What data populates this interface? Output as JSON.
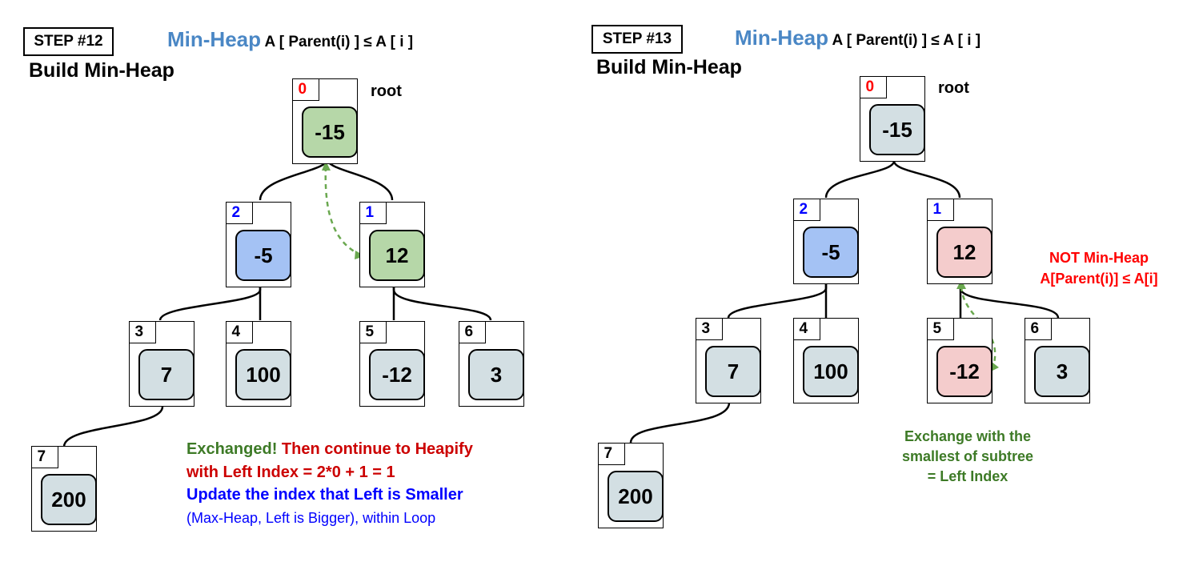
{
  "step12": {
    "step_label": "STEP #12",
    "heading": "Build Min-Heap",
    "heap_type": "Min-Heap",
    "formula": "A [ Parent(i) ] ≤ A [ i ]",
    "root_label": "root",
    "nodes": {
      "n0": {
        "index": "0",
        "value": "-15"
      },
      "n1": {
        "index": "1",
        "value": "12"
      },
      "n2": {
        "index": "2",
        "value": "-5"
      },
      "n3": {
        "index": "3",
        "value": "7"
      },
      "n4": {
        "index": "4",
        "value": "100"
      },
      "n5": {
        "index": "5",
        "value": "-12"
      },
      "n6": {
        "index": "6",
        "value": "3"
      },
      "n7": {
        "index": "7",
        "value": "200"
      }
    },
    "note": {
      "exchanged": "Exchanged!",
      "continue": "Then continue to Heapify",
      "left_index": "with Left Index = 2*0 + 1 = 1",
      "update": "Update the index that Left is Smaller",
      "maxheap": "(Max-Heap, Left is Bigger), within Loop"
    }
  },
  "step13": {
    "step_label": "STEP #13",
    "heading": "Build Min-Heap",
    "heap_type": "Min-Heap",
    "formula": "A [ Parent(i) ] ≤ A [ i ]",
    "root_label": "root",
    "nodes": {
      "n0": {
        "index": "0",
        "value": "-15"
      },
      "n1": {
        "index": "1",
        "value": "12"
      },
      "n2": {
        "index": "2",
        "value": "-5"
      },
      "n3": {
        "index": "3",
        "value": "7"
      },
      "n4": {
        "index": "4",
        "value": "100"
      },
      "n5": {
        "index": "5",
        "value": "-12"
      },
      "n6": {
        "index": "6",
        "value": "3"
      },
      "n7": {
        "index": "7",
        "value": "200"
      }
    },
    "not_heap": {
      "line1": "NOT Min-Heap",
      "line2": "A[Parent(i)] ≤ A[i]"
    },
    "exchange_note": {
      "line1": "Exchange with the",
      "line2": "smallest of subtree",
      "line3": "= Left Index"
    }
  },
  "colors": {
    "heap_title": "#4a87c5",
    "swap_green": "#b6d7a8",
    "current_blue": "#a4c2f4",
    "violation_pink": "#f4cccc",
    "default_node": "#d3dfe3",
    "arrow_green": "#6aa84f"
  }
}
